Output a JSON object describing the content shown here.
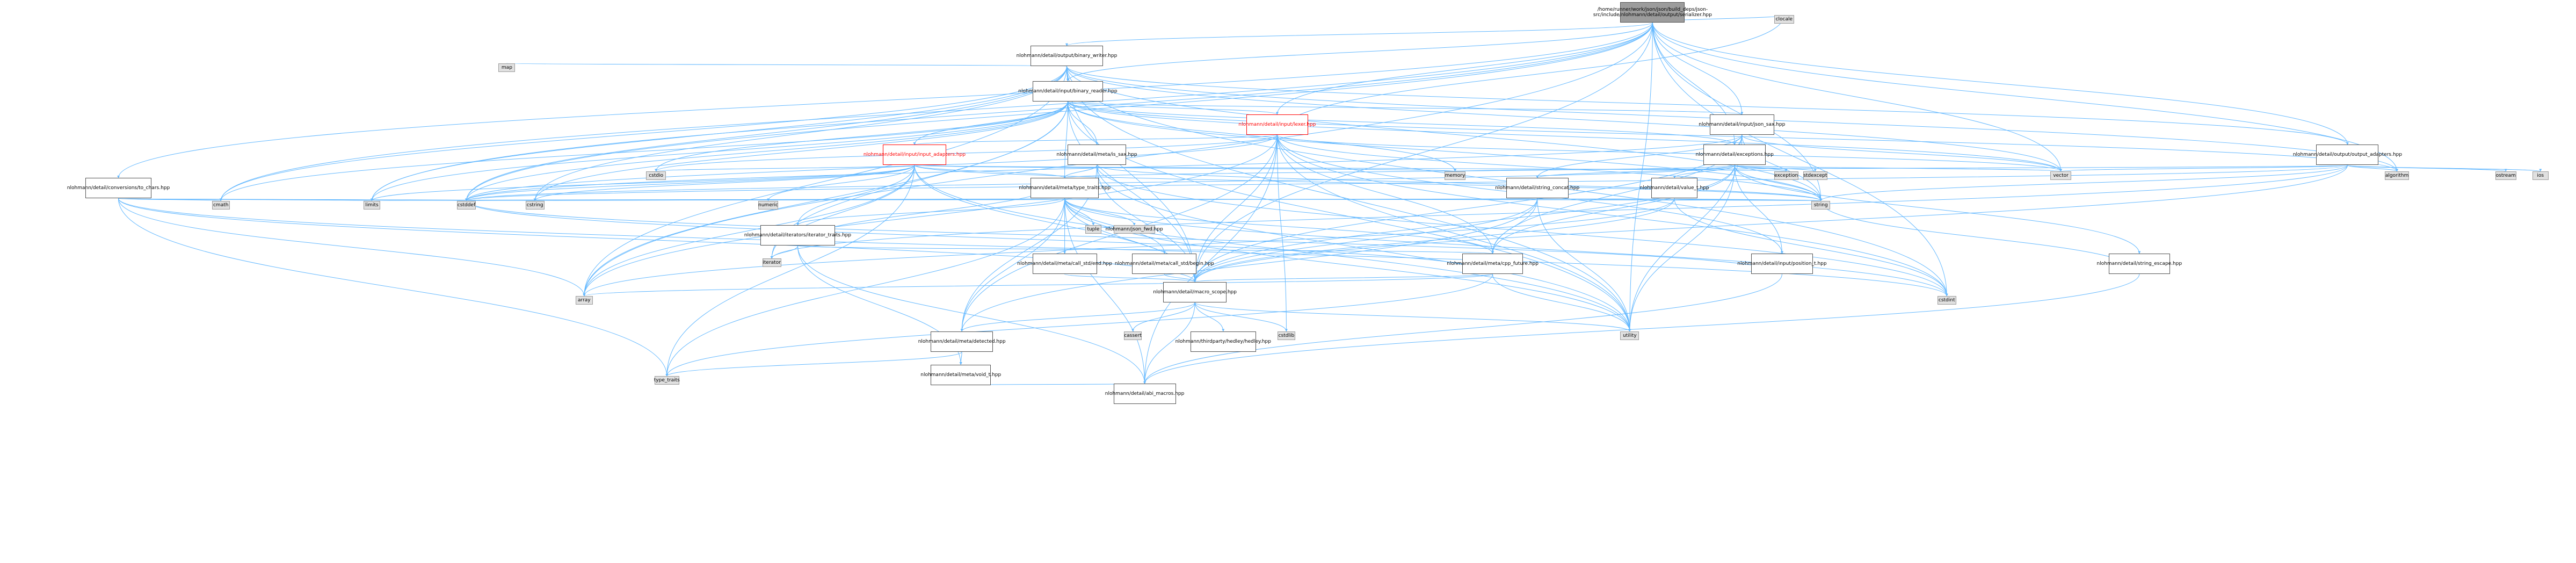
{
  "graph": {
    "edge_color": "#63b8ff",
    "nodes": [
      {
        "id": "root",
        "label": "/home/runner/work/json/json/build_deps/json-src/include/nlohmann/detail/output/serializer.hpp",
        "kind": "root"
      },
      {
        "id": "cmp",
        "label": "clocale",
        "kind": "std"
      },
      {
        "id": "bw",
        "label": "nlohmann/detail/output/binary_writer.hpp",
        "kind": "file"
      },
      {
        "id": "map",
        "label": "map",
        "kind": "std"
      },
      {
        "id": "br",
        "label": "nlohmann/detail/input/binary_reader.hpp",
        "kind": "file"
      },
      {
        "id": "lexer",
        "label": "nlohmann/detail/input/lexer.hpp",
        "kind": "file-red"
      },
      {
        "id": "jsax",
        "label": "nlohmann/detail/input/json_sax.hpp",
        "kind": "file"
      },
      {
        "id": "iadp",
        "label": "nlohmann/detail/input/input_adapters.hpp",
        "kind": "file-red"
      },
      {
        "id": "issax",
        "label": "nlohmann/detail/meta/is_sax.hpp",
        "kind": "file"
      },
      {
        "id": "excp",
        "label": "nlohmann/detail/exceptions.hpp",
        "kind": "file"
      },
      {
        "id": "oadp",
        "label": "nlohmann/detail/output/output_adapters.hpp",
        "kind": "file"
      },
      {
        "id": "tochars",
        "label": "nlohmann/detail/conversions/to_chars.hpp",
        "kind": "file"
      },
      {
        "id": "cstdio",
        "label": "cstdio",
        "kind": "std"
      },
      {
        "id": "memory",
        "label": "memory",
        "kind": "std"
      },
      {
        "id": "tt",
        "label": "nlohmann/detail/meta/type_traits.hpp",
        "kind": "file"
      },
      {
        "id": "sc",
        "label": "nlohmann/detail/string_concat.hpp",
        "kind": "file"
      },
      {
        "id": "vt",
        "label": "nlohmann/detail/value_t.hpp",
        "kind": "file"
      },
      {
        "id": "exception",
        "label": "exception",
        "kind": "std"
      },
      {
        "id": "stdexcept",
        "label": "stdexcept",
        "kind": "std"
      },
      {
        "id": "vector",
        "label": "vector",
        "kind": "std"
      },
      {
        "id": "algorithm",
        "label": "algorithm",
        "kind": "std"
      },
      {
        "id": "ostream",
        "label": "ostream",
        "kind": "std"
      },
      {
        "id": "ios",
        "label": "ios",
        "kind": "std"
      },
      {
        "id": "numeric",
        "label": "numeric",
        "kind": "std"
      },
      {
        "id": "cmath",
        "label": "cmath",
        "kind": "std"
      },
      {
        "id": "limits",
        "label": "limits",
        "kind": "std"
      },
      {
        "id": "cstddef",
        "label": "cstddef",
        "kind": "std"
      },
      {
        "id": "cstring",
        "label": "cstring",
        "kind": "std"
      },
      {
        "id": "string",
        "label": "string",
        "kind": "std"
      },
      {
        "id": "itt",
        "label": "nlohmann/detail/iterators/iterator_traits.hpp",
        "kind": "file"
      },
      {
        "id": "tuple",
        "label": "tuple",
        "kind": "std"
      },
      {
        "id": "jsonfwd",
        "label": "nlohmann/json_fwd.hpp",
        "kind": "std"
      },
      {
        "id": "callstd",
        "label": "nlohmann/detail/meta/call_std/end.hpp",
        "kind": "file"
      },
      {
        "id": "callstb",
        "label": "nlohmann/detail/meta/call_std/begin.hpp",
        "kind": "file"
      },
      {
        "id": "cppf",
        "label": "nlohmann/detail/meta/cpp_future.hpp",
        "kind": "file"
      },
      {
        "id": "pos",
        "label": "nlohmann/detail/input/position_t.hpp",
        "kind": "file"
      },
      {
        "id": "esc",
        "label": "nlohmann/detail/string_escape.hpp",
        "kind": "file"
      },
      {
        "id": "iterator",
        "label": "iterator",
        "kind": "std"
      },
      {
        "id": "array",
        "label": "array",
        "kind": "std"
      },
      {
        "id": "macro",
        "label": "nlohmann/detail/macro_scope.hpp",
        "kind": "file"
      },
      {
        "id": "cstdint",
        "label": "cstdint",
        "kind": "std"
      },
      {
        "id": "utility",
        "label": "utility",
        "kind": "std"
      },
      {
        "id": "detected",
        "label": "nlohmann/detail/meta/detected.hpp",
        "kind": "file"
      },
      {
        "id": "cassert",
        "label": "cassert",
        "kind": "std"
      },
      {
        "id": "hedley",
        "label": "nlohmann/thirdparty/hedley/hedley.hpp",
        "kind": "file"
      },
      {
        "id": "cstdlib",
        "label": "cstdlib",
        "kind": "std"
      },
      {
        "id": "voidt",
        "label": "nlohmann/detail/meta/void_t.hpp",
        "kind": "file"
      },
      {
        "id": "abi",
        "label": "nlohmann/detail/abi_macros.hpp",
        "kind": "file"
      },
      {
        "id": "typetraits",
        "label": "type_traits",
        "kind": "std"
      }
    ]
  }
}
